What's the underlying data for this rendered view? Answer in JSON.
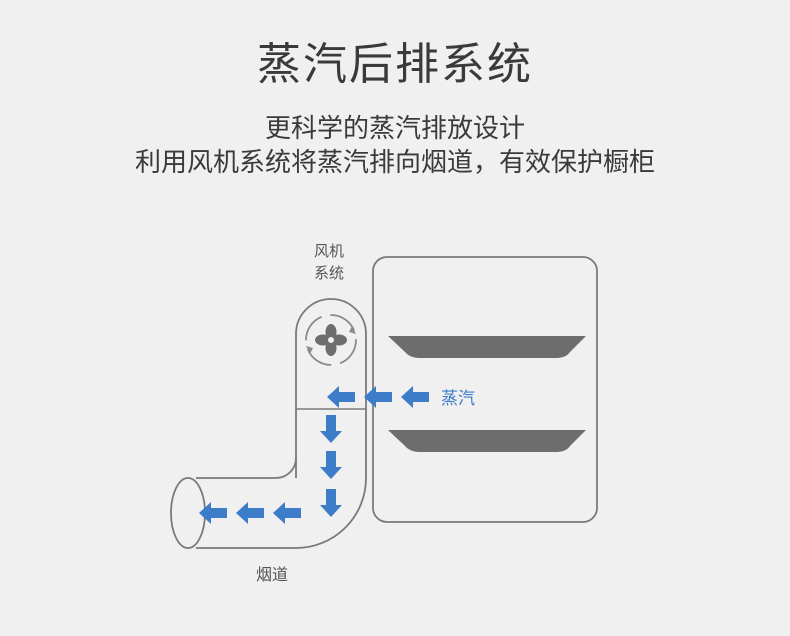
{
  "header": {
    "title": "蒸汽后排系统",
    "subtitle_line1": "更科学的蒸汽排放设计",
    "subtitle_line2": "利用风机系统将蒸汽排向烟道，有效保护橱柜"
  },
  "diagram": {
    "fan_label_line1": "风机",
    "fan_label_line2": "系统",
    "steam_label": "蒸汽",
    "duct_label": "烟道"
  },
  "colors": {
    "background": "#f0f0f0",
    "text": "#3a3a3a",
    "outline": "#7a7a7a",
    "arrow": "#3d7cc9",
    "tray": "#6d6d6d"
  }
}
